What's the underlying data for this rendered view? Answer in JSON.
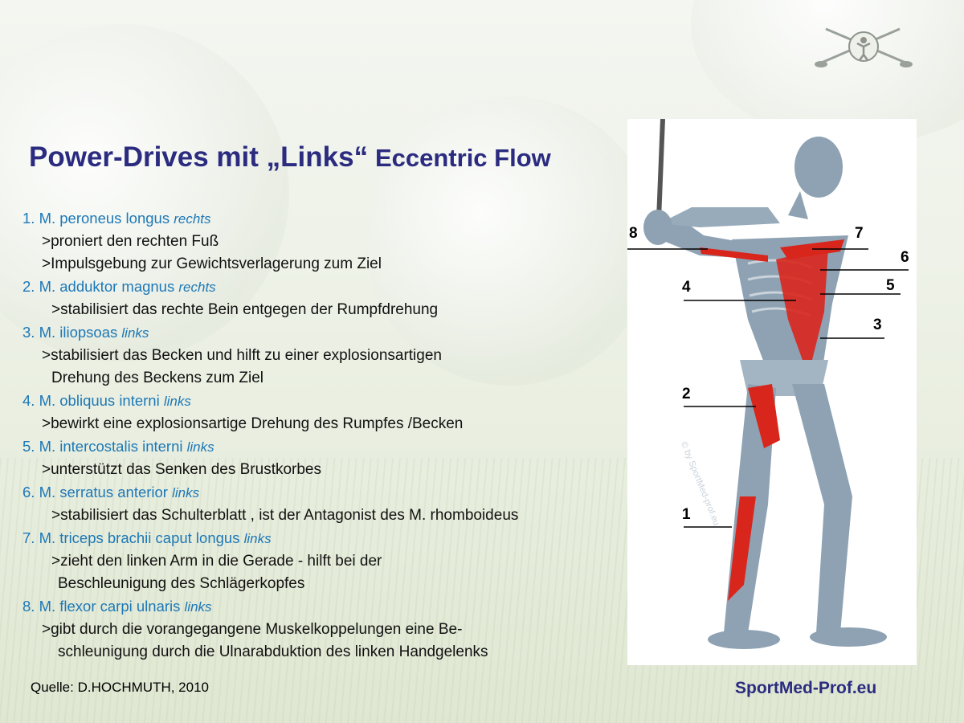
{
  "title": {
    "main": "Power-Drives mit „Links“",
    "sub": "Eccentric Flow"
  },
  "items": [
    {
      "num": "1.",
      "name": "M. peroneus longus",
      "side": "rechts",
      "lines": [
        ">proniert den rechten Fuß",
        ">Impulsgebung zur Gewichtsverlagerung zum Ziel"
      ]
    },
    {
      "num": "2.",
      "name": "M. adduktor magnus",
      "side": "rechts",
      "lines": [
        ">stabilisiert das rechte Bein entgegen der  Rumpfdrehung"
      ]
    },
    {
      "num": "3.",
      "name": "M. iliopsoas",
      "side": "links",
      "lines": [
        ">stabilisiert das Becken und hilft zu einer explosionsartigen",
        "Drehung des Beckens zum Ziel"
      ]
    },
    {
      "num": "4.",
      "name": "M. obliquus interni",
      "side": "links",
      "lines": [
        ">bewirkt eine explosionsartige Drehung des Rumpfes /Becken"
      ]
    },
    {
      "num": "5.",
      "name": "M. intercostalis interni",
      "side": "links",
      "lines": [
        ">unterstützt das Senken des Brustkorbes"
      ]
    },
    {
      "num": "6.",
      "name": "M. serratus anterior",
      "side": "links",
      "lines": [
        ">stabilisiert das Schulterblatt , ist der Antagonist des M. rhomboideus"
      ]
    },
    {
      "num": "7.",
      "name": "M. triceps brachii caput longus",
      "side": "links",
      "lines": [
        ">zieht den linken Arm in die Gerade - hilft bei der",
        "Beschleunigung des Schlägerkopfes"
      ]
    },
    {
      "num": "8.",
      "name": "M. flexor carpi ulnaris",
      "side": "links",
      "lines": [
        ">gibt durch die vorangegangene  Muskelkoppelungen eine Be-",
        "schleunigung durch die Ulnarabduktion des linken Handgelenks"
      ]
    }
  ],
  "figure": {
    "labels": [
      "1",
      "2",
      "3",
      "4",
      "5",
      "6",
      "7",
      "8"
    ],
    "watermark": "© by SportMed-prof.eu"
  },
  "footer": {
    "source": "Quelle: D.HOCHMUTH, 2010",
    "brand": "SportMed-Prof.eu"
  },
  "colors": {
    "title": "#2b2b80",
    "muscle_heading": "#1d78b7",
    "muscle_red": "#d9261c",
    "body_gray": "#8ea2b3"
  }
}
